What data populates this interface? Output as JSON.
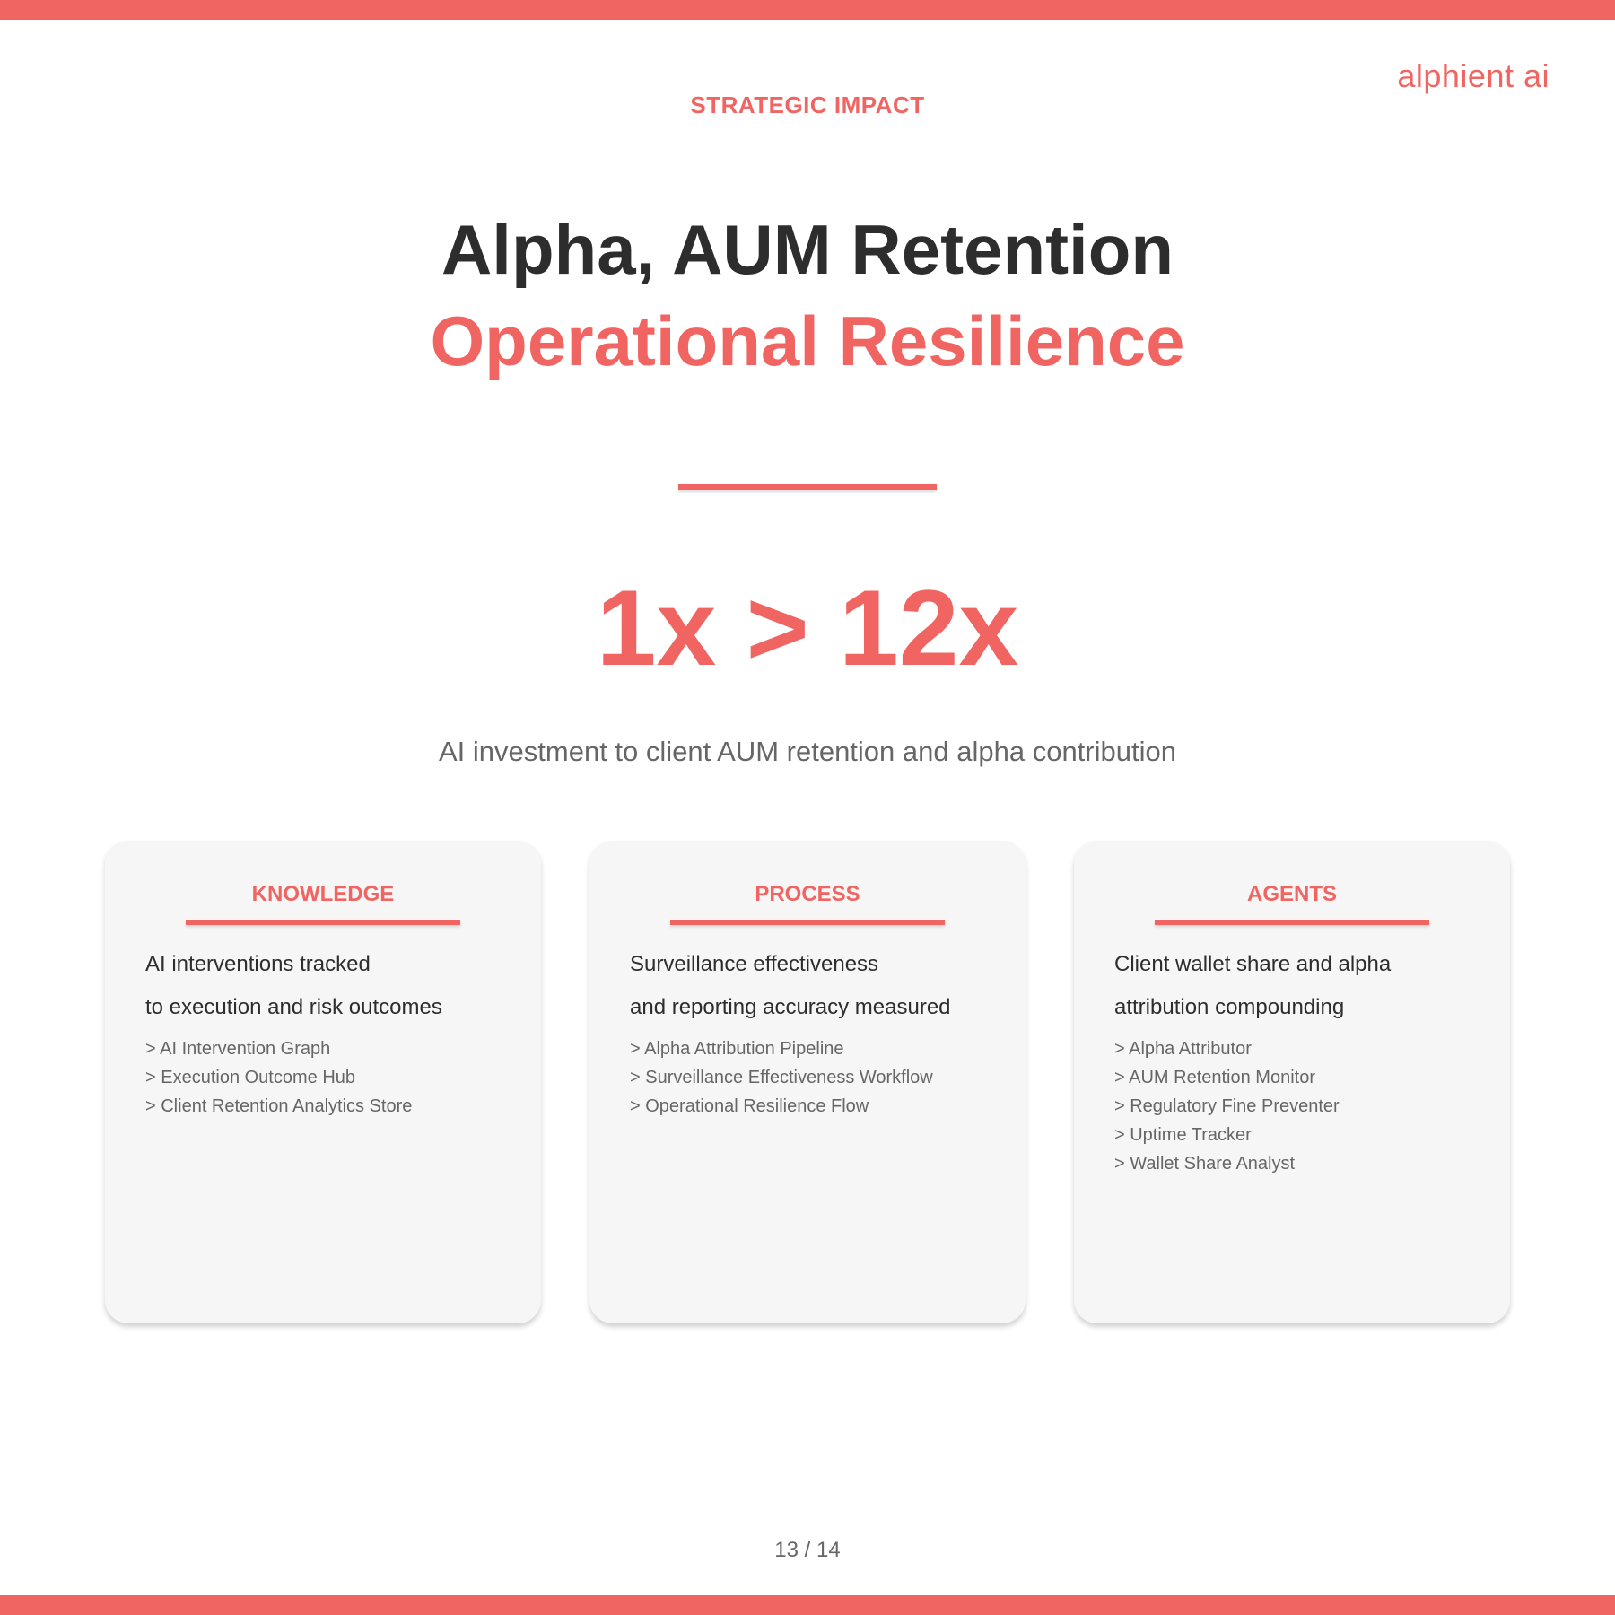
{
  "brand": {
    "name": "alphient ai"
  },
  "header": {
    "eyebrow": "STRATEGIC IMPACT",
    "title_line1": "Alpha, AUM Retention",
    "title_line2": "Operational Resilience"
  },
  "metric": {
    "value": "1x > 12x",
    "caption": "AI investment to client AUM retention and alpha contribution"
  },
  "cards": [
    {
      "title": "KNOWLEDGE",
      "lead_line1": "AI interventions tracked",
      "lead_line2": "to execution and risk outcomes",
      "items": [
        "> AI Intervention Graph",
        "> Execution Outcome Hub",
        "> Client Retention Analytics Store"
      ]
    },
    {
      "title": "PROCESS",
      "lead_line1": "Surveillance effectiveness",
      "lead_line2": "and reporting accuracy measured",
      "items": [
        "> Alpha Attribution Pipeline",
        "> Surveillance Effectiveness Workflow",
        "> Operational Resilience Flow"
      ]
    },
    {
      "title": "AGENTS",
      "lead_line1": "Client wallet share and alpha",
      "lead_line2": "attribution compounding",
      "items": [
        "> Alpha Attributor",
        "> AUM Retention Monitor",
        "> Regulatory Fine Preventer",
        "> Uptime Tracker",
        "> Wallet Share Analyst"
      ]
    }
  ],
  "footer": {
    "page": "13 / 14"
  },
  "colors": {
    "accent": "#f06462",
    "text_dark": "#2d2d2d",
    "text_muted": "#666666",
    "card_bg": "#f6f6f6"
  }
}
